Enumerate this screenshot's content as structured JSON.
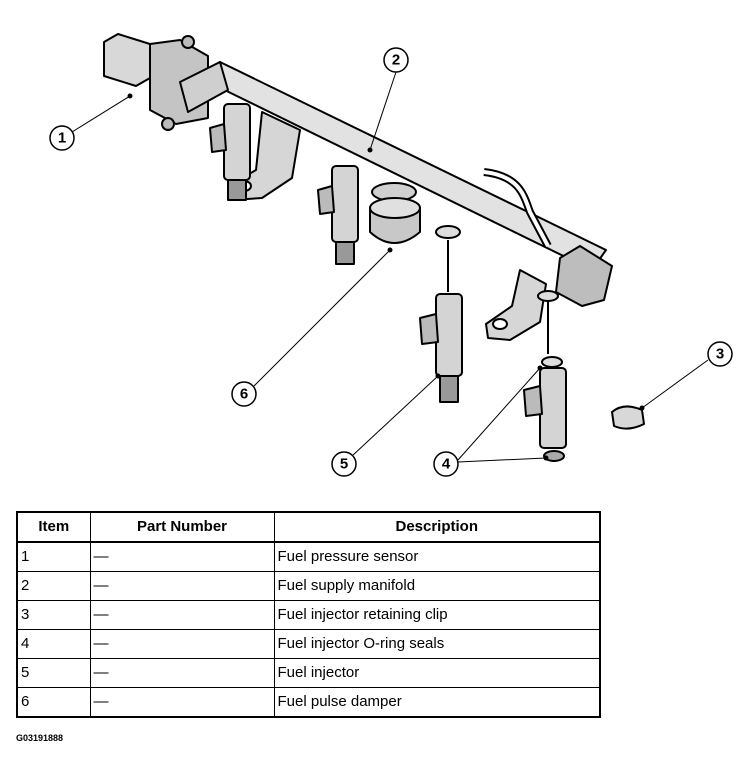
{
  "callouts": [
    "1",
    "2",
    "3",
    "4",
    "5",
    "6"
  ],
  "table": {
    "headers": [
      "Item",
      "Part Number",
      "Description"
    ],
    "rows": [
      {
        "item": "1",
        "part": "—",
        "desc": "Fuel pressure sensor"
      },
      {
        "item": "2",
        "part": "—",
        "desc": "Fuel supply manifold"
      },
      {
        "item": "3",
        "part": "—",
        "desc": "Fuel injector retaining clip"
      },
      {
        "item": "4",
        "part": "—",
        "desc": "Fuel injector O-ring seals"
      },
      {
        "item": "5",
        "part": "—",
        "desc": "Fuel injector"
      },
      {
        "item": "6",
        "part": "—",
        "desc": "Fuel pulse damper"
      }
    ]
  },
  "figure_id": "G03191888"
}
